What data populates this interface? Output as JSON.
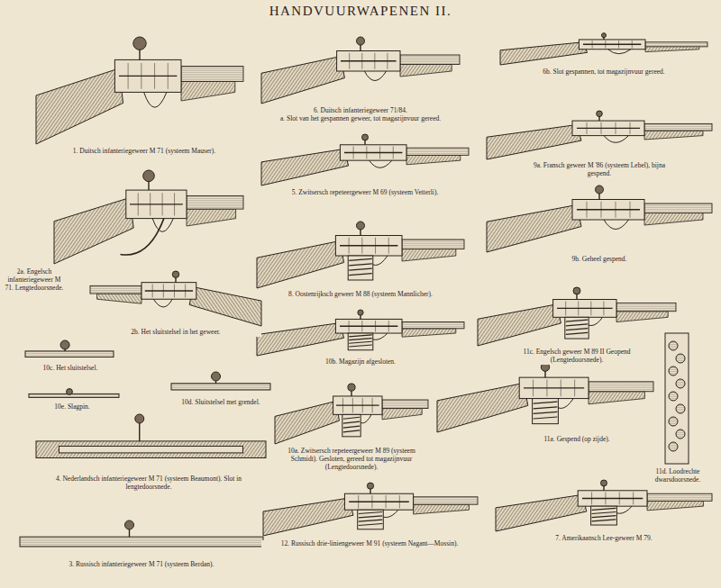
{
  "diagram": {
    "title": "HANDVUURWAPENEN II.",
    "labels": [
      "1. Duitsch infanteriegeweer M 71 (systeem Mauser).",
      "6. Duitsch infanteriegeweer 71/84.",
      "a. Slot van het gespannen geweer, tot magazijnvuur gereed.",
      "6b. Slot gespannen, tot magazijnvuur gereed.",
      "9a. Fransch geweer M '86 (systeem Lebel), bijna gespend.",
      "9b. Geheel gespend.",
      "5. Zwitsersch repeteergeweer M 69 (systeem Vetterli).",
      "2a. Engelsch infanteriegeweer M 71. Lengtedoorsnede.",
      "2b. Het sluitstelsel in het geweer.",
      "8. Oostenrijksch geweer M 88 (systeem Mannlicher).",
      "10c. Het sluitstelsel.",
      "10b. Magazijn afgesloten.",
      "11c. Engelsch geweer M 89 II Geopend (Lengtedoorsnede).",
      "10e. Slagpin.",
      "10d. Sluitstelsel met grendel.",
      "11a. Gespend (op zijde).",
      "11d. Loodrechte dwarsdoorsnede.",
      "10a. Zwitsersch repeteergeweer M 89 (systeem Schmidt). Gesloten, gereed tot magazijnvuur (Lengtedoorsnede).",
      "4. Nederlandsch infanteriegeweer M 71 (systeem Beaumont). Slot in lengtedoorsnede.",
      "12. Russisch drie-liniengeweer M 91 (systeem Nagant—Mossin).",
      "7. Amerikaansch Lee-geweer M 79.",
      "3. Russisch infanteriegeweer M 71 (systeem Berdan)."
    ]
  }
}
